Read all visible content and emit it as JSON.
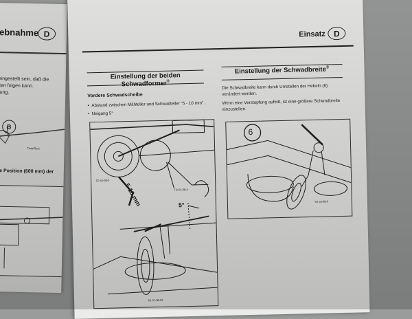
{
  "left_page": {
    "header": "ebnahme",
    "section_badge": "D",
    "text_lines": [
      "eingestellt sein, daß die",
      "iten folgen kann.",
      "rung."
    ],
    "callout": "B",
    "figure_caption": "Tinte/Rest",
    "position_line": "ite Position (600 mm) der"
  },
  "right_page": {
    "header": "Einsatz",
    "section_badge": "D",
    "left_column": {
      "title": "Einstellung der beiden Schwadformer",
      "title_mark": "®",
      "subheading": "Vordere Schwadscheibe",
      "bullet_1": "Abstand zwischen Mähteller und Schwadteller \"5 - 10 mm\" .",
      "bullet_2": "Neigung 5°",
      "figure": {
        "dimension_label": "5-10 mm",
        "angle_label": "5°",
        "code_top": "TD 55-98-3",
        "code_top_right": "TD 55-98-4",
        "code_bottom": "TD 37-98-02"
      }
    },
    "right_column": {
      "title": "Einstellung der Schwadbreite",
      "title_mark": "®",
      "paragraph_1": "Die Schwadbreite kann durch Umstellen der Hebeln (6) verändert werden.",
      "paragraph_2": "Wenn eine Verstopfung auftritt, ist eine größere Schwadbreite einzustellen.",
      "figure": {
        "callout": "6",
        "code": "TD 55-98-3"
      }
    }
  }
}
